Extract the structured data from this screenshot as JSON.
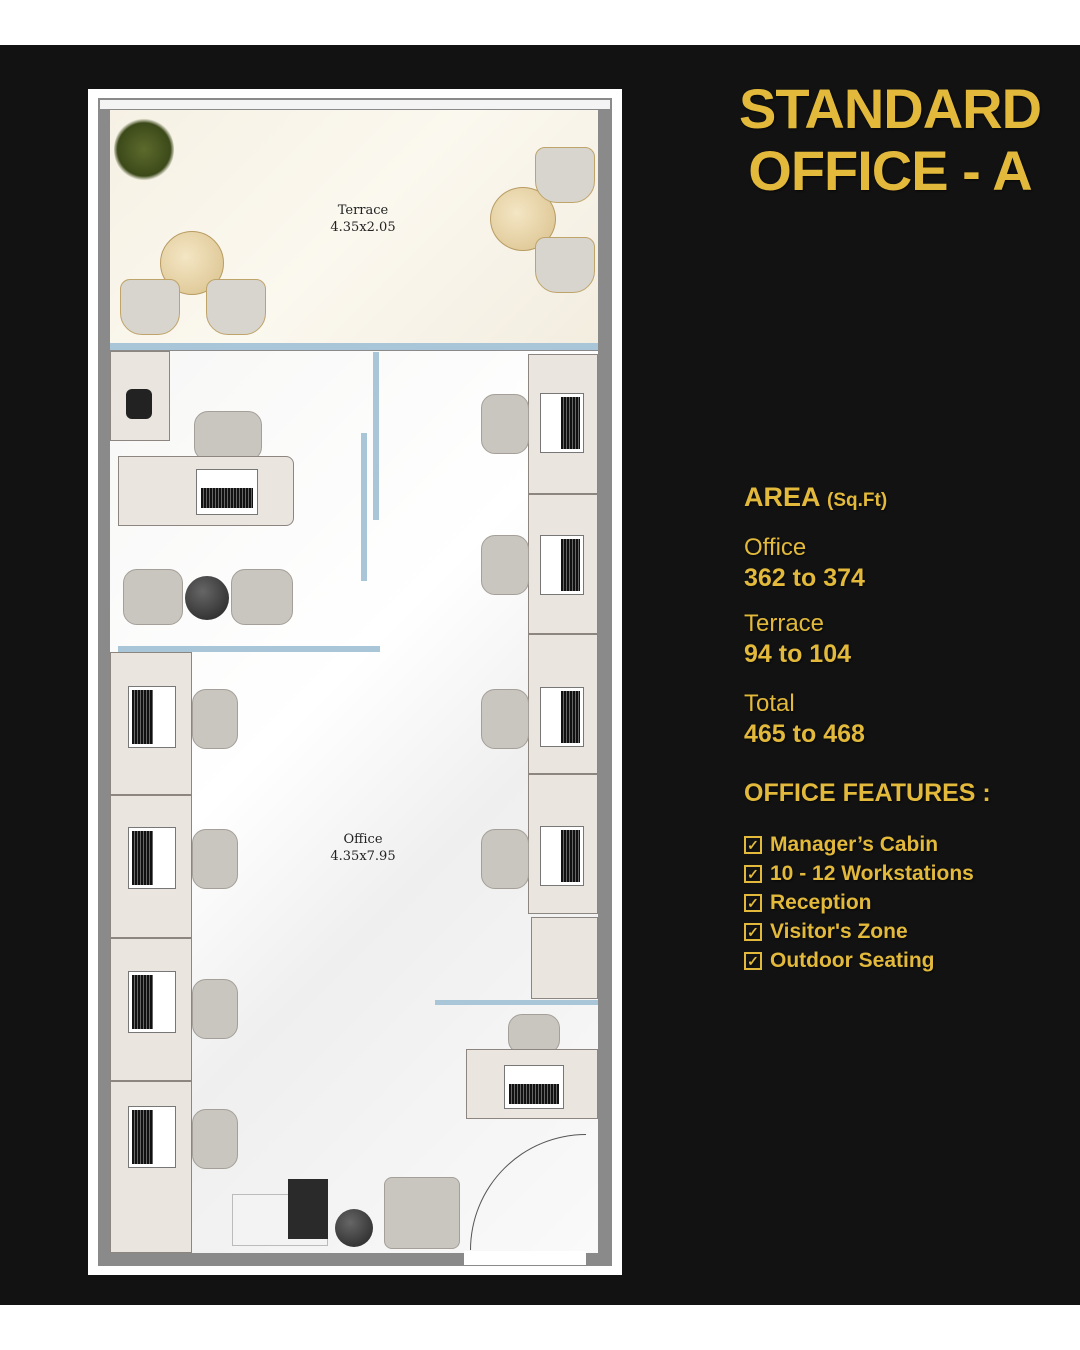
{
  "title": {
    "line1": "STANDARD",
    "line2": "OFFICE - A"
  },
  "plan": {
    "terrace": {
      "name": "Terrace",
      "dims": "4.35x2.05"
    },
    "office": {
      "name": "Office",
      "dims": "4.35x7.95"
    }
  },
  "area": {
    "heading": "AREA",
    "unit": "(Sq.Ft)",
    "items": [
      {
        "label": "Office",
        "value": "362 to 374"
      },
      {
        "label": "Terrace",
        "value": "94 to 104"
      },
      {
        "label": "Total",
        "value": "465 to 468"
      }
    ]
  },
  "features": {
    "heading": "OFFICE FEATURES :",
    "items": [
      "Manager’s Cabin",
      "10 - 12 Workstations",
      "Reception",
      "Visitor's Zone",
      "Outdoor Seating"
    ]
  },
  "colors": {
    "accent": "#e2b93b",
    "background": "#121212"
  }
}
